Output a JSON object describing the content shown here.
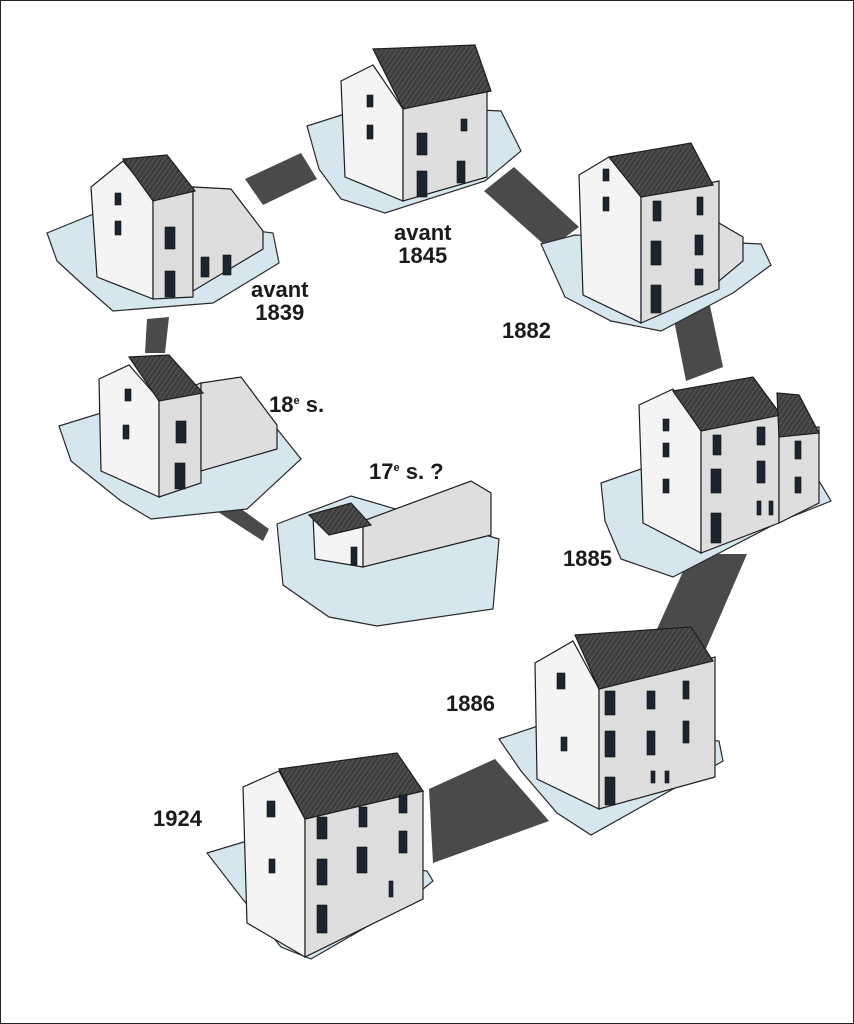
{
  "stages": [
    {
      "id": "17s",
      "label_main": "17",
      "label_sup": "e",
      "label_rest": " s. ?"
    },
    {
      "id": "18s",
      "label_main": "18",
      "label_sup": "e",
      "label_rest": " s."
    },
    {
      "id": "1839",
      "label_line1": "avant",
      "label_line2": "1839"
    },
    {
      "id": "1845",
      "label_line1": "avant",
      "label_line2": "1845"
    },
    {
      "id": "1882",
      "label": "1882"
    },
    {
      "id": "1885",
      "label": "1885"
    },
    {
      "id": "1886",
      "label": "1886"
    },
    {
      "id": "1924",
      "label": "1924"
    }
  ],
  "colors": {
    "ring": "#4a4a4a",
    "ground": "#d6e6ee",
    "roof": "#4d4d4d",
    "wall_light": "#f4f4f4",
    "wall_shade": "#dedede",
    "opening": "#1c2430"
  }
}
